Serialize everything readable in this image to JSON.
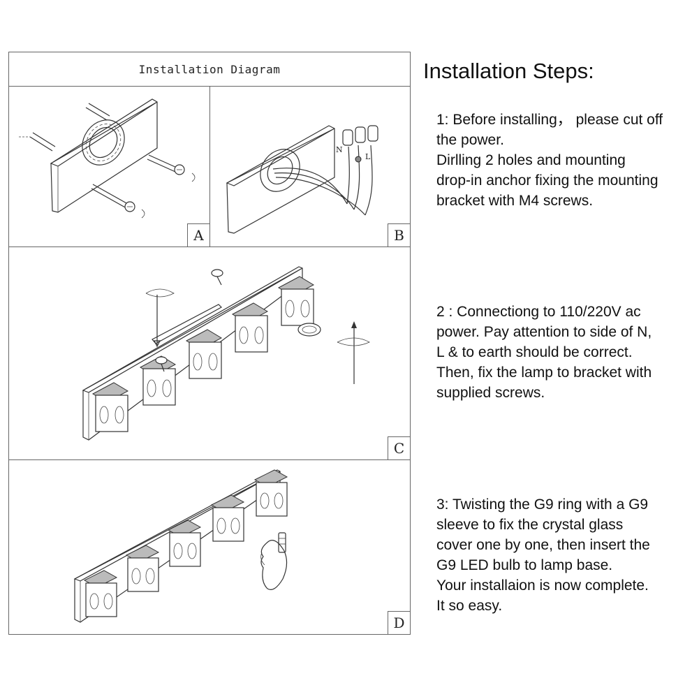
{
  "diagram": {
    "title": "Installation Diagram",
    "panels": [
      {
        "id": "A",
        "label": "A"
      },
      {
        "id": "B",
        "label": "B"
      },
      {
        "id": "C",
        "label": "C"
      },
      {
        "id": "D",
        "label": "D"
      }
    ],
    "wire_labels": [
      "N",
      "L"
    ]
  },
  "steps": {
    "title": "Installation Steps:",
    "step1": [
      "1: Before installing， please cut off",
      "the power.",
      "Dirlling 2 holes and mounting",
      "drop-in anchor fixing the mounting",
      "bracket with M4 screws."
    ],
    "step2": [
      "2 : Connectiong to 110/220V ac",
      "power. Pay attention to side of N,",
      "L & to earth should be correct.",
      "Then, fix the lamp to bracket with",
      "supplied screws."
    ],
    "step3": [
      "3: Twisting the G9 ring with a G9",
      "sleeve to fix the crystal glass",
      "cover one by one, then insert the",
      "G9 LED bulb to lamp base.",
      "Your installaion is now complete.",
      "It so easy."
    ]
  }
}
